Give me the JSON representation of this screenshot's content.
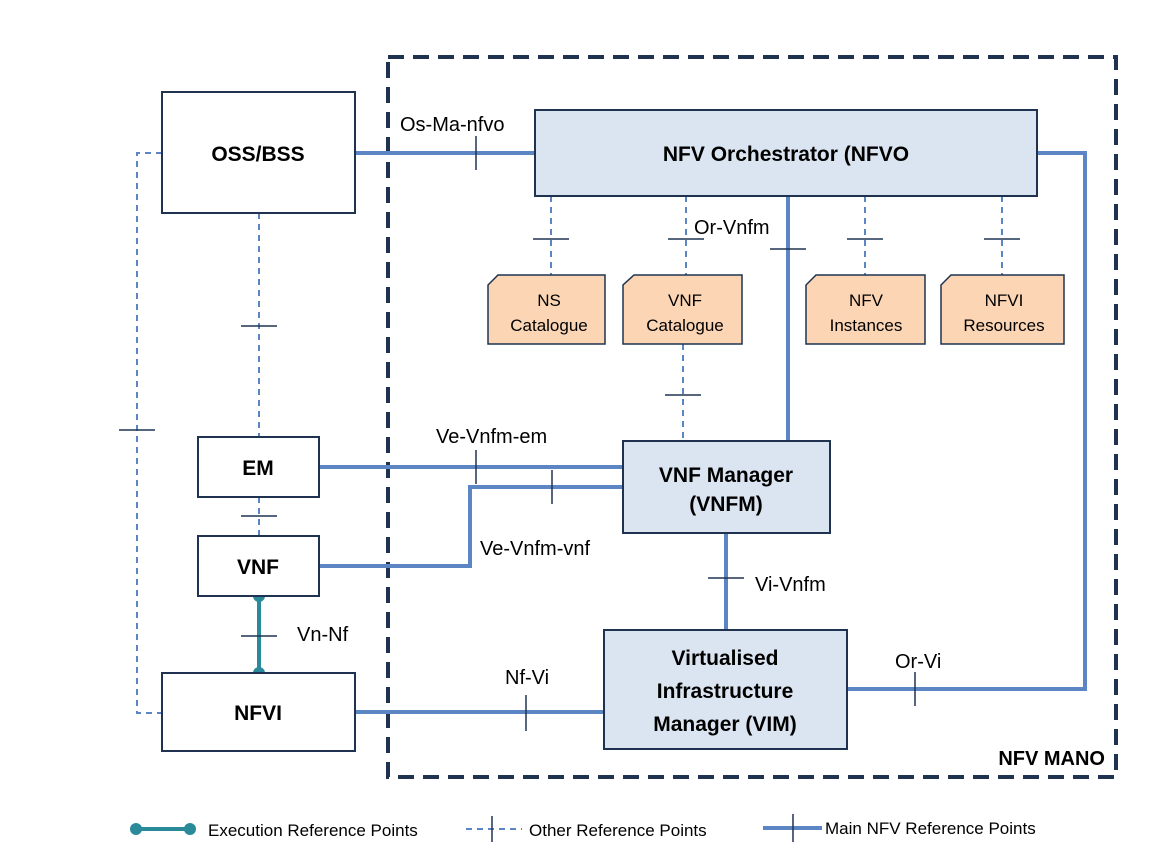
{
  "boxes": {
    "oss_bss": "OSS/BSS",
    "em": "EM",
    "vnf": "VNF",
    "nfvi": "NFVI",
    "nfvo": "NFV Orchestrator (NFVO",
    "vnfm": [
      "VNF Manager",
      "(VNFM)"
    ],
    "vim": [
      "Virtualised",
      "Infrastructure",
      "Manager (VIM)"
    ]
  },
  "catalogues": {
    "ns": [
      "NS",
      "Catalogue"
    ],
    "vnf": [
      "VNF",
      "Catalogue"
    ],
    "nfv_instances": [
      "NFV",
      "Instances"
    ],
    "nfvi_resources": [
      "NFVI",
      "Resources"
    ]
  },
  "reference_points": {
    "os_ma_nfvo": "Os-Ma-nfvo",
    "or_vnfm": "Or-Vnfm",
    "ve_vnfm_em": "Ve-Vnfm-em",
    "ve_vnfm_vnf": "Ve-Vnfm-vnf",
    "vi_vnfm": "Vi-Vnfm",
    "vn_nf": "Vn-Nf",
    "nf_vi": "Nf-Vi",
    "or_vi": "Or-Vi"
  },
  "mano_label": "NFV MANO",
  "legend": {
    "execution": "Execution Reference Points",
    "other": "Other Reference Points",
    "main": "Main NFV Reference Points"
  },
  "colors": {
    "main_line": "#5b85c3",
    "execution_line": "#2b8a99",
    "box_fill": "#dbe5f1",
    "box_stroke": "#1f3350",
    "catalogue_fill": "#fbd5b4",
    "mano_border": "#1f3350"
  }
}
